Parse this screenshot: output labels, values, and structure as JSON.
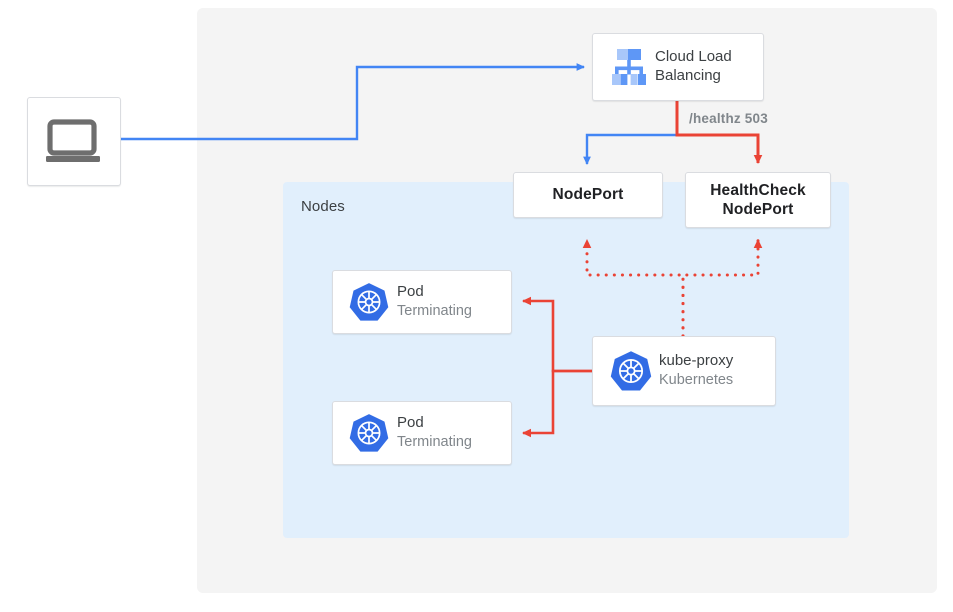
{
  "diagram": {
    "title_region_label": "Nodes",
    "colors": {
      "blue": "#4285F4",
      "red": "#EA4335",
      "panel_grey": "#f4f4f4",
      "nodes_blue": "#e1effc",
      "k8s_blue": "#326CE5",
      "text_dark": "#3c4043",
      "text_muted": "#80868b"
    },
    "client": {
      "icon": "laptop-icon"
    },
    "cloud_load_balancing": {
      "title_line1": "Cloud Load",
      "title_line2": "Balancing",
      "icon": "cloud-load-balancing-icon"
    },
    "healthz": {
      "label": "/healthz 503"
    },
    "nodeport": {
      "label": "NodePort"
    },
    "healthcheck_nodeport": {
      "label_line1": "HealthCheck",
      "label_line2": "NodePort"
    },
    "pods": [
      {
        "title": "Pod",
        "status": "Terminating",
        "icon": "kubernetes-icon"
      },
      {
        "title": "Pod",
        "status": "Terminating",
        "icon": "kubernetes-icon"
      }
    ],
    "kube_proxy": {
      "title": "kube-proxy",
      "subtitle": "Kubernetes",
      "icon": "kubernetes-icon"
    }
  }
}
